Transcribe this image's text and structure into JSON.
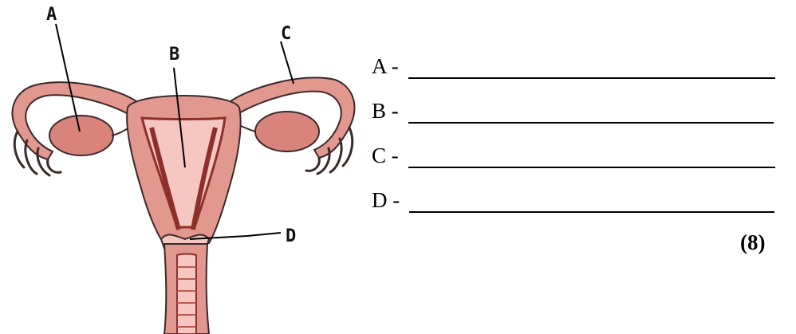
{
  "diagram": {
    "callouts": [
      {
        "id": "A",
        "label": "A"
      },
      {
        "id": "B",
        "label": "B"
      },
      {
        "id": "C",
        "label": "C"
      },
      {
        "id": "D",
        "label": "D"
      }
    ]
  },
  "answers": [
    {
      "prefix": "A -"
    },
    {
      "prefix": "B -"
    },
    {
      "prefix": "C -"
    },
    {
      "prefix": "D -"
    }
  ],
  "marks": "(8)",
  "colors": {
    "tissue": "#E2988E",
    "tissue_dark": "#A7453F",
    "tissue_light": "#F6C7C0",
    "lining": "#8E2F2B",
    "outline": "#3A2A28"
  }
}
